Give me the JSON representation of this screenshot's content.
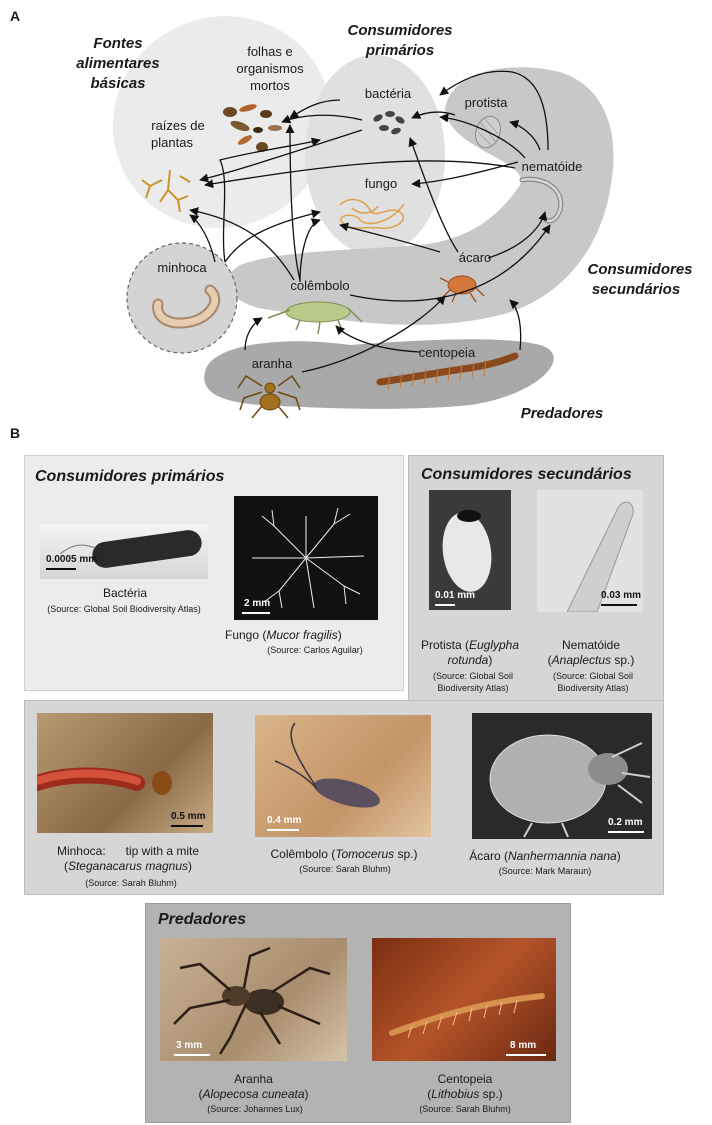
{
  "panel_a": {
    "letter": "A",
    "groups": {
      "basic": [
        "Fontes",
        "alimentares",
        "básicas"
      ],
      "primary": [
        "Consumidores",
        "primários"
      ],
      "secondary": [
        "Consumidores",
        "secundários"
      ],
      "predators": "Predadores"
    },
    "nodes": {
      "leaves": [
        "folhas e",
        "organismos",
        "mortos"
      ],
      "roots": [
        "raízes de",
        "plantas"
      ],
      "bacteria": "bactéria",
      "protist": "protista",
      "nematode": "nematóide",
      "fungus": "fungo",
      "earthworm": "minhoca",
      "mite": "ácaro",
      "springtail": "colêmbolo",
      "spider": "aranha",
      "centipede": "centopeia"
    }
  },
  "panel_b": {
    "letter": "B",
    "primary_box": {
      "title": "Consumidores primários",
      "bacteria": {
        "scale": "0.0005 mm",
        "caption": "Bactéria",
        "source": "(Source: Global Soil Biodiversity Atlas)"
      },
      "fungus": {
        "scale": "2 mm",
        "caption_plain": "Fungo",
        "caption_italic": "Mucor fragilis",
        "source": "(Source: Carlos Aguilar)"
      }
    },
    "secondary_box": {
      "title": "Consumidores secundários",
      "protist": {
        "scale": "0.01 mm",
        "caption_plain": "Protista (",
        "caption_italic1": "Euglypha",
        "caption_italic2": "rotunda",
        "caption_end": ")",
        "source_l1": "(Source: Global Soil",
        "source_l2": "Biodiversity Atlas)"
      },
      "nematode": {
        "scale": "0.03 mm",
        "caption_plain": "Nematóide",
        "caption_italic": "Anaplectus",
        "caption_end": " sp.)",
        "source_l1": "(Source: Global Soil",
        "source_l2": "Biodiversity Atlas)"
      }
    },
    "middle_box": {
      "earthworm": {
        "scale": "0.5 mm",
        "caption_l1": "Minhoca:      tip with a mite",
        "caption_italic": "Steganacarus magnus",
        "source": "(Source: Sarah Bluhm)"
      },
      "springtail": {
        "scale": "0.4 mm",
        "caption_plain": "Colêmbolo",
        "caption_italic": "Tomocerus",
        "caption_end": " sp.)",
        "source": "(Source: Sarah Bluhm)"
      },
      "mite": {
        "scale": "0.2 mm",
        "caption_plain": "Ácaro",
        "caption_italic": "Nanhermannia nana",
        "source": "(Source: Mark Maraun)"
      }
    },
    "predator_box": {
      "title": "Predadores",
      "spider": {
        "scale": "3 mm",
        "caption_plain": "Aranha",
        "caption_italic": "Alopecosa cuneata",
        "source": "(Source: Johannes Lux)"
      },
      "centipede": {
        "scale": "8 mm",
        "caption_plain": "Centopeia",
        "caption_italic": "Lithobius",
        "caption_end": " sp.)",
        "source": "(Source: Sarah Bluhm)"
      }
    }
  },
  "colors": {
    "blob_light": "#ebebeb",
    "blob_mid": "#c8c8c8",
    "blob_dark": "#a9a9a9",
    "box_light": "#ececec",
    "box_mid": "#d6d6d6",
    "box_dark": "#b3b3b3"
  }
}
